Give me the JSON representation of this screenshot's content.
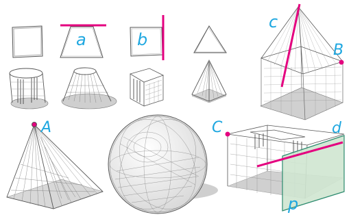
{
  "colors": {
    "accent": "#e4007f",
    "label": "#1ea7e0",
    "plane_fill": "#cfe5d0",
    "plane_stroke": "#2b8a6e",
    "sketch": "#555555",
    "shadow": "#cccccc"
  },
  "labels": {
    "a": "a",
    "b": "b",
    "c": "c",
    "B": "B",
    "A": "A",
    "C": "C",
    "d": "d",
    "p": "p"
  }
}
